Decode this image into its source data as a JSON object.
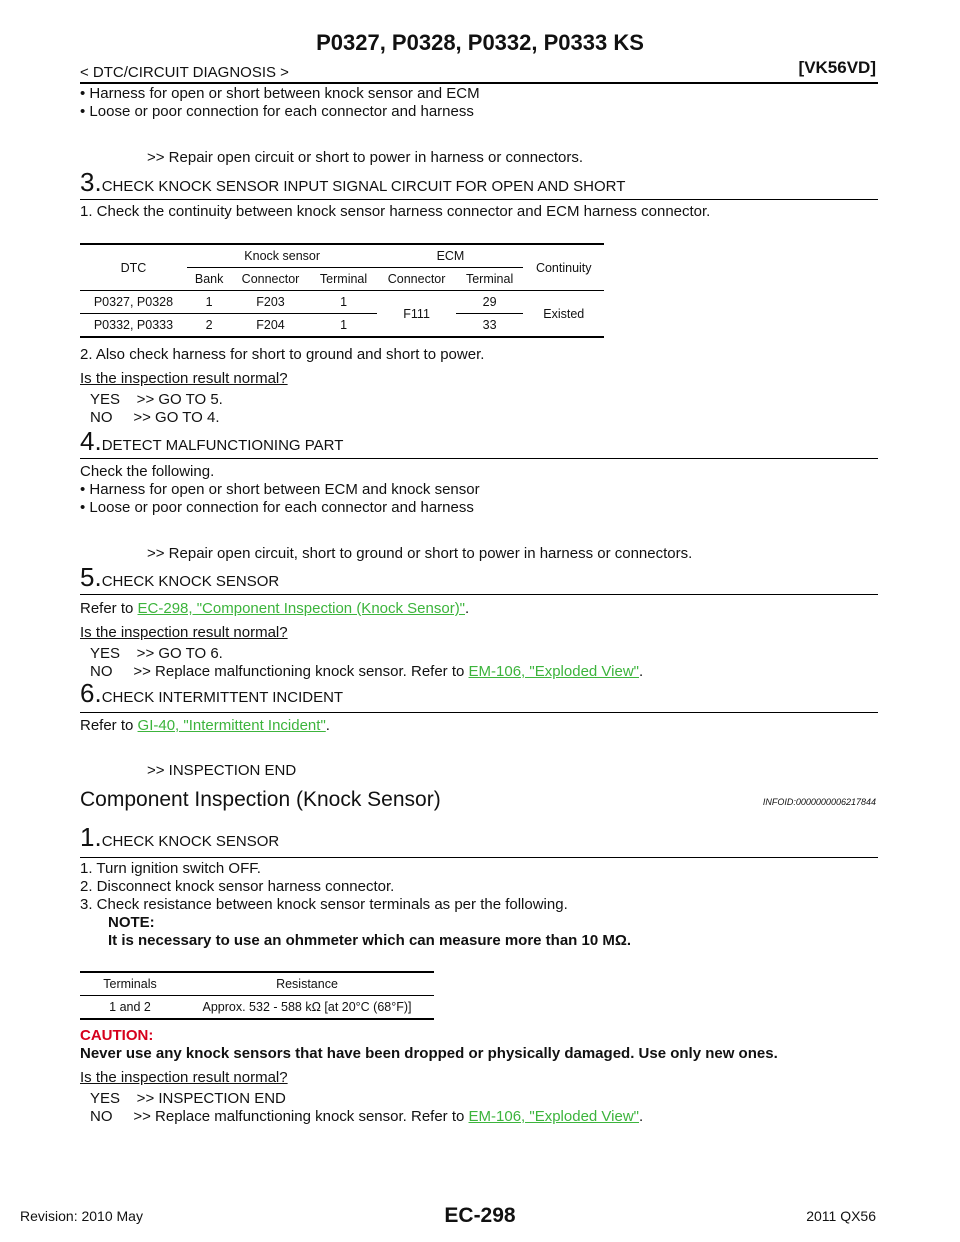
{
  "header": {
    "title": "P0327, P0328, P0332, P0333 KS",
    "breadcrumb": "< DTC/CIRCUIT DIAGNOSIS >",
    "model": "[VK56VD]"
  },
  "intro": {
    "bullet1": "• Harness for open or short between knock sensor and ECM",
    "bullet2": "• Loose or poor connection for each connector and harness",
    "repair": ">> Repair open circuit or short to power in harness or connectors."
  },
  "step3": {
    "num": "3.",
    "title": "CHECK KNOCK SENSOR INPUT SIGNAL CIRCUIT FOR OPEN AND SHORT",
    "item1": "1.  Check the continuity between knock sensor harness connector and ECM harness connector.",
    "table": {
      "h_dtc": "DTC",
      "h_knock": "Knock sensor",
      "h_ecm": "ECM",
      "h_continuity": "Continuity",
      "h_bank": "Bank",
      "h_connector": "Connector",
      "h_terminal": "Terminal",
      "h_connector2": "Connector",
      "h_terminal2": "Terminal",
      "rows": [
        {
          "dtc": "P0327, P0328",
          "bank": "1",
          "connector": "F203",
          "terminal": "1",
          "ecm_terminal": "29"
        },
        {
          "dtc": "P0332, P0333",
          "bank": "2",
          "connector": "F204",
          "terminal": "1",
          "ecm_terminal": "33"
        }
      ],
      "ecm_connector": "F111",
      "continuity": "Existed"
    },
    "item2": "2.  Also check harness for short to ground and short to power.",
    "question": "Is the inspection result normal?",
    "yes": "YES    >> GO TO 5.",
    "no": "NO     >> GO TO 4."
  },
  "step4": {
    "num": "4.",
    "title": "DETECT MALFUNCTIONING PART",
    "lead": "Check the following.",
    "bullet1": "• Harness for open or short between ECM and knock sensor",
    "bullet2": "• Loose or poor connection for each connector and harness",
    "repair": ">> Repair open circuit, short to ground or short to power in harness or connectors."
  },
  "step5": {
    "num": "5.",
    "title": "CHECK KNOCK SENSOR",
    "refer_prefix": "Refer to ",
    "refer_link": "EC-298, \"Component Inspection (Knock Sensor)\"",
    "refer_suffix": ".",
    "question": "Is the inspection result normal?",
    "yes": "YES    >> GO TO 6.",
    "no_prefix": "NO     >> Replace malfunctioning knock sensor. Refer to ",
    "no_link": "EM-106, \"Exploded View\"",
    "no_suffix": "."
  },
  "step6": {
    "num": "6.",
    "title": "CHECK INTERMITTENT INCIDENT",
    "refer_prefix": "Refer to ",
    "refer_link": "GI-40, \"Intermittent Incident\"",
    "refer_suffix": ".",
    "end": ">> INSPECTION END"
  },
  "component": {
    "title": "Component Inspection (Knock Sensor)",
    "infoid": "INFOID:0000000006217844",
    "step1_num": "1.",
    "step1_title": "CHECK KNOCK SENSOR",
    "item1": "1.  Turn ignition switch OFF.",
    "item2": "2.  Disconnect knock sensor harness connector.",
    "item3": "3.  Check resistance between knock sensor terminals as per the following.",
    "note_label": "NOTE:",
    "note_text": "It is necessary to use an ohmmeter which can measure more than 10 MΩ.",
    "table": {
      "h_terminals": "Terminals",
      "h_resistance": "Resistance",
      "terminals": "1 and 2",
      "resistance": "Approx. 532 - 588 kΩ [at 20°C (68°F)]"
    },
    "caution_label": "CAUTION:",
    "caution_text": "Never use any knock sensors that have been dropped or physically damaged. Use only new ones.",
    "question": "Is the inspection result normal?",
    "yes": "YES    >> INSPECTION END",
    "no_prefix": "NO     >> Replace malfunctioning knock sensor. Refer to ",
    "no_link": "EM-106, \"Exploded View\"",
    "no_suffix": "."
  },
  "footer": {
    "revision": "Revision: 2010 May",
    "page": "EC-298",
    "model": "2011 QX56"
  }
}
